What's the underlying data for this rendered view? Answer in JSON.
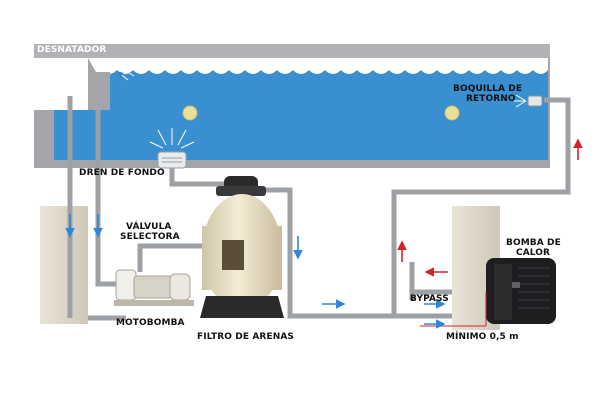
{
  "labels": {
    "skimmer": "DESNATADOR",
    "return_nozzle_line1": "BOQUILLA DE",
    "return_nozzle_line2": "RETORNO",
    "main_drain": "DREN DE FONDO",
    "valve_line1": "VÁLVULA",
    "valve_line2": "SELECTORA",
    "pump": "MOTOBOMBA",
    "sand_filter": "FILTRO DE ARENAS",
    "heat_pump_line1": "BOMBA DE",
    "heat_pump_line2": "CALOR",
    "bypass": "BYPASS",
    "min_height": "MÍNIMO 0,5 m"
  },
  "colors": {
    "water": "#3a8fd0",
    "pipe": "#9da1a6",
    "pool_wall": "#a3a5a8",
    "wall": "#dcd6c9",
    "filter_tank": "#eae0c6",
    "heat_pump_body": "#1e1e20",
    "arrow_blue": "#2f86d4",
    "arrow_red": "#d2232a"
  }
}
